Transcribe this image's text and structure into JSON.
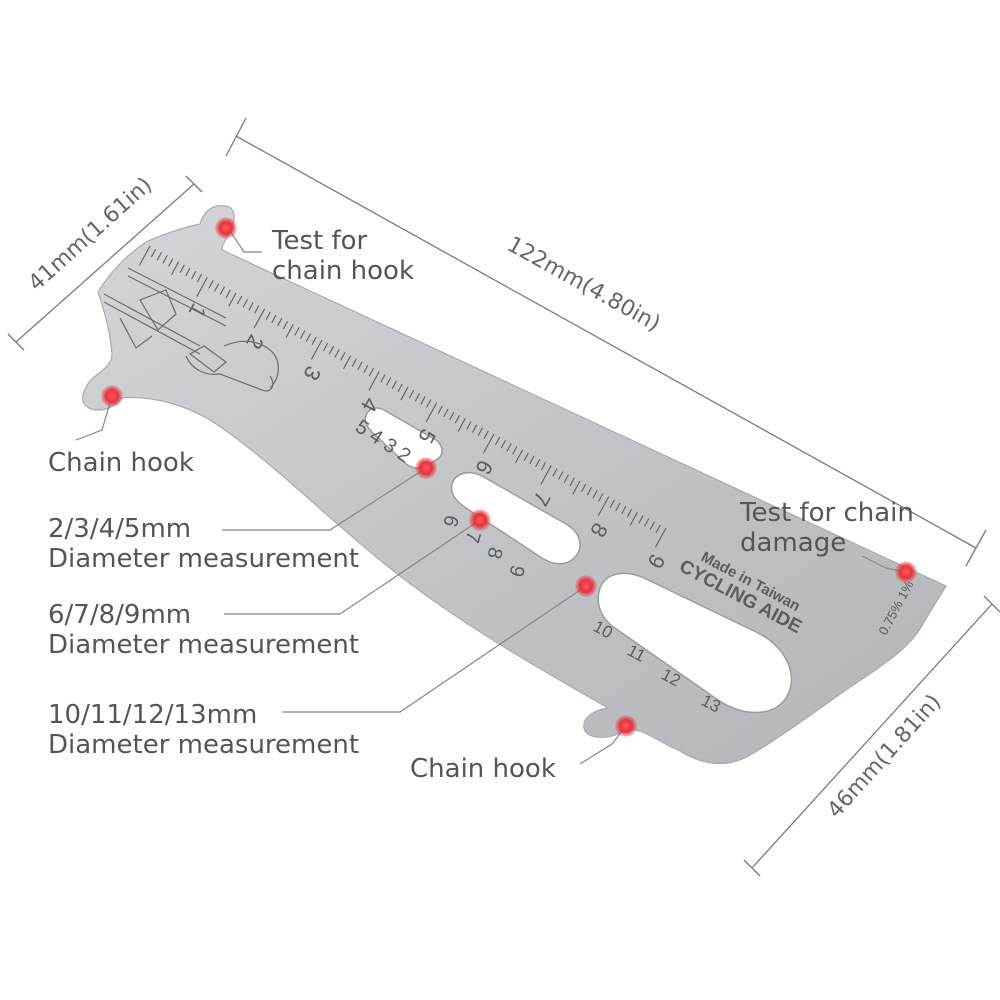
{
  "dimensions": {
    "length": "122mm(4.80in)",
    "width_left": "41mm(1.61in)",
    "width_right": "46mm(1.81in)"
  },
  "callouts": {
    "test_chain_hook": [
      "Test for",
      "chain hook"
    ],
    "chain_hook_left": "Chain hook",
    "diameter_small": [
      "2/3/4/5mm",
      "Diameter measurement"
    ],
    "diameter_medium": [
      "6/7/8/9mm",
      "Diameter measurement"
    ],
    "diameter_large": [
      "10/11/12/13mm",
      "Diameter measurement"
    ],
    "test_chain_damage": [
      "Test for chain",
      "damage"
    ],
    "chain_hook_bottom": "Chain hook"
  },
  "engraving": {
    "brand": "CYCLING AIDE",
    "origin": "Made in Taiwan",
    "wear_marks": "0.75% 1%",
    "ruler_numbers": [
      "1",
      "2",
      "3",
      "4",
      "5",
      "6",
      "7",
      "8",
      "9"
    ],
    "small_hole_numbers": "5 4 3 2",
    "medium_hole_numbers": [
      "6",
      "7",
      "8",
      "9"
    ],
    "large_hole_numbers": [
      "10",
      "11",
      "12",
      "13"
    ]
  },
  "colors": {
    "steel": "#c4c6c9",
    "marker": "#e8323c",
    "leader": "#888888",
    "text": "#555555"
  }
}
